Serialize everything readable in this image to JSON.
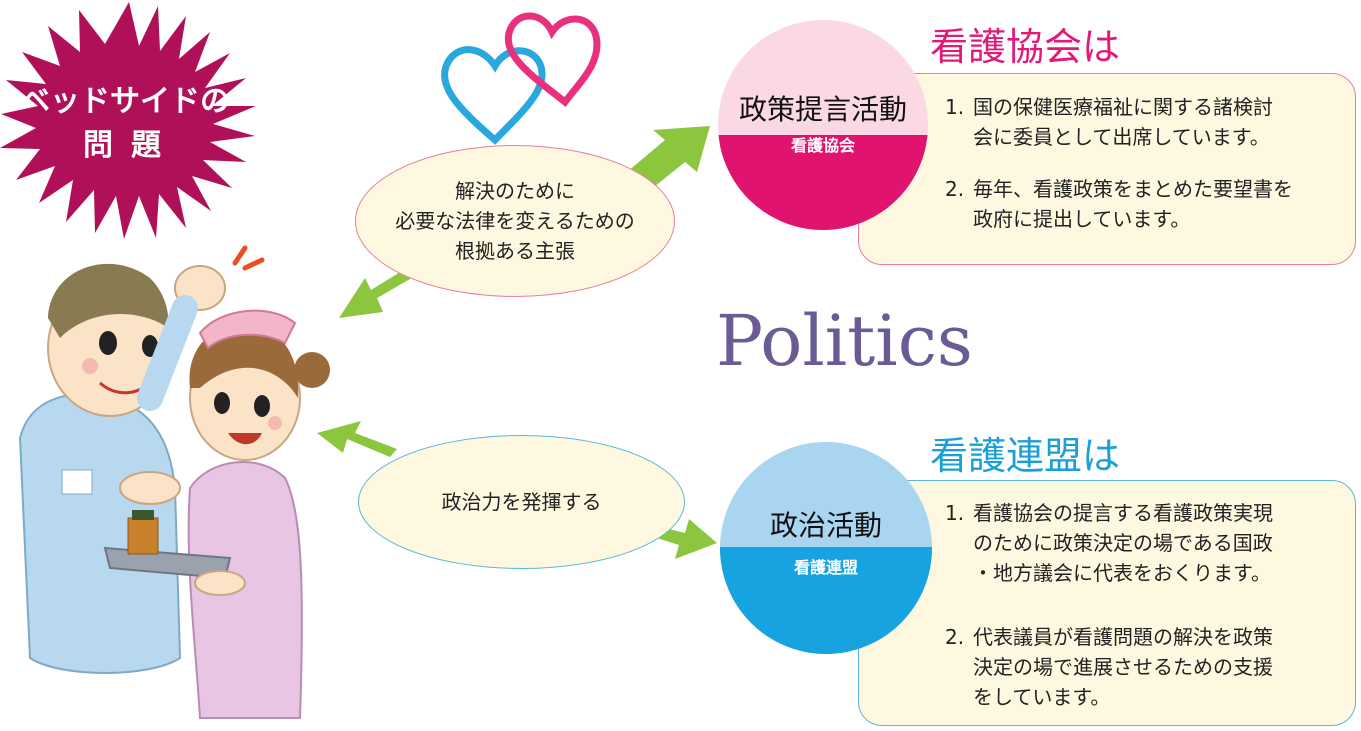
{
  "badge": {
    "line1": "ベッドサイドの",
    "line2": "問題",
    "color": "#b01058"
  },
  "bubbles": {
    "top": {
      "lines": [
        "解決のために",
        "必要な法律を変えるための",
        "根拠ある主張"
      ]
    },
    "bottom": {
      "text": "政治力を発揮する"
    }
  },
  "politics_word": "Politics",
  "association": {
    "heading": "看護協会は",
    "circle_title": "政策提言活動",
    "circle_sub": "看護協会",
    "accent": "#e0136f",
    "items": [
      {
        "num": "1.",
        "lines": [
          "国の保健医療福祉に関する諸検討",
          "会に委員として出席しています。"
        ]
      },
      {
        "num": "2.",
        "lines": [
          "毎年、看護政策をまとめた要望書を",
          "政府に提出しています。"
        ]
      }
    ]
  },
  "league": {
    "heading": "看護連盟は",
    "circle_title": "政治活動",
    "circle_sub": "看護連盟",
    "accent": "#17a3e0",
    "items": [
      {
        "num": "1.",
        "lines": [
          "看護協会の提言する看護政策実現",
          "のために政策決定の場である国政",
          "・地方議会に代表をおくります。"
        ]
      },
      {
        "num": "2.",
        "lines": [
          "代表議員が看護問題の解決を政策",
          "決定の場で進展させるための支援",
          "をしています。"
        ]
      }
    ]
  },
  "colors": {
    "arrow": "#8cc63f",
    "heart_pink": "#e8307e",
    "heart_blue": "#29a8e0"
  }
}
